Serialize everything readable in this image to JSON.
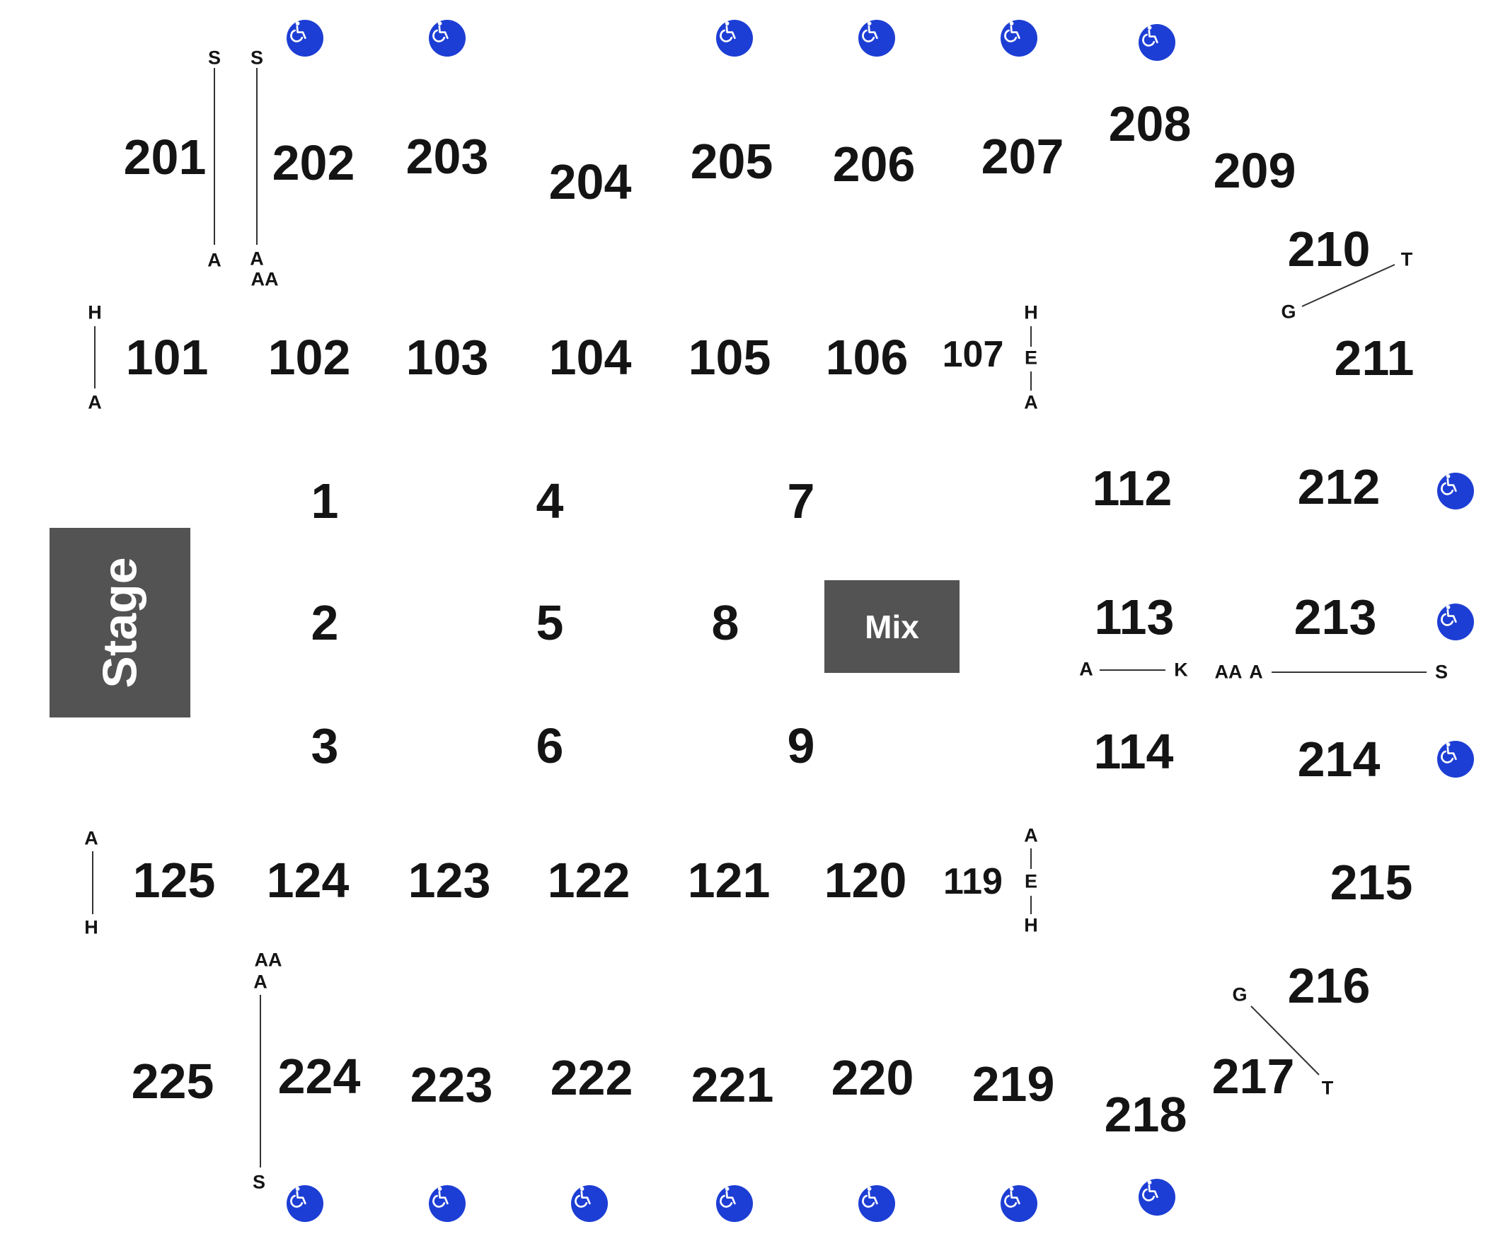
{
  "stage_label": "Stage",
  "mix_label": "Mix",
  "colors": {
    "stage_fill": "#535353",
    "accessible_fill": "#1d3ed4",
    "section_text": "#141414"
  },
  "accessible_icon": "wheelchair-icon",
  "floor_sections": [
    "1",
    "2",
    "3",
    "4",
    "5",
    "6",
    "7",
    "8",
    "9"
  ],
  "lower_sections": [
    "101",
    "102",
    "103",
    "104",
    "105",
    "106",
    "107",
    "112",
    "113",
    "114",
    "119",
    "120",
    "121",
    "122",
    "123",
    "124",
    "125"
  ],
  "upper_sections": [
    "201",
    "202",
    "203",
    "204",
    "205",
    "206",
    "207",
    "208",
    "209",
    "210",
    "211",
    "212",
    "213",
    "214",
    "215",
    "216",
    "217",
    "218",
    "219",
    "220",
    "221",
    "222",
    "223",
    "224",
    "225"
  ],
  "row_markers": {
    "sec201": [
      "S",
      "A"
    ],
    "sec202": [
      "S",
      "A",
      "AA"
    ],
    "sec101": [
      "H",
      "A"
    ],
    "sec107": [
      "H",
      "E",
      "A"
    ],
    "sec210": [
      "T",
      "G"
    ],
    "sec113": [
      "A",
      "K"
    ],
    "sec213": [
      "AA",
      "A",
      "S"
    ],
    "sec125": [
      "A",
      "H"
    ],
    "sec119": [
      "A",
      "E",
      "H"
    ],
    "sec224": [
      "AA",
      "A",
      "S"
    ],
    "sec216": [
      "G",
      "T"
    ]
  }
}
